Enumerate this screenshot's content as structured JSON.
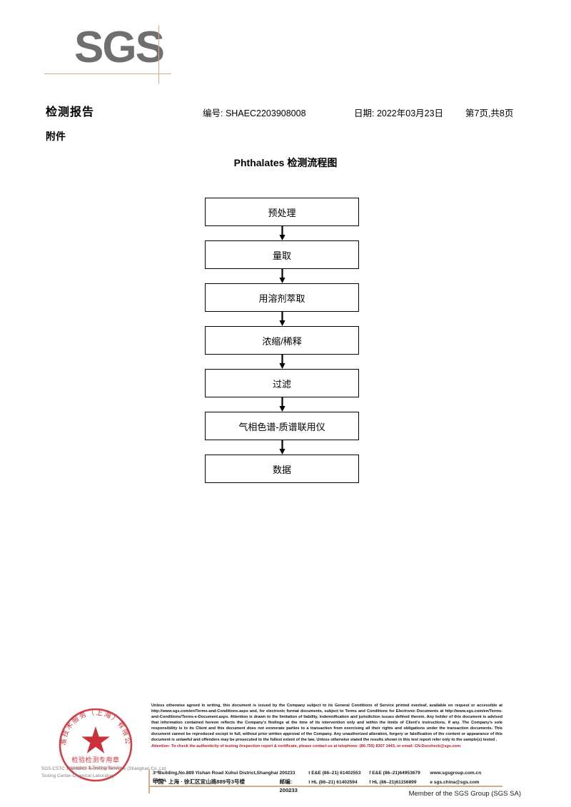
{
  "logo": {
    "text": "SGS",
    "color": "#6f6f6f",
    "rule_color": "#cfae88"
  },
  "header": {
    "title": "检测报告",
    "subtitle": "附件",
    "report_no": "编号: SHAEC2203908008",
    "date": "日期: 2022年03月23日",
    "page": "第7页,共8页"
  },
  "chart_title": "Phthalates 检测流程图",
  "flow": {
    "steps": [
      {
        "label": "预处理"
      },
      {
        "label": "量取"
      },
      {
        "label": "用溶剂萃取"
      },
      {
        "label": "浓缩/稀释"
      },
      {
        "label": "过滤"
      },
      {
        "label": "气相色谱-质谱联用仪"
      },
      {
        "label": "数据"
      }
    ]
  },
  "stamp": {
    "outer_text": "标准技术服务（上海）有限公司",
    "center_line1": "检验检测专用章",
    "center_line2": "Inspection & Testing Services",
    "color": "#c8202a",
    "overlay_line1": "SGS-CSTC Standards Technical Services (Shanghai) Co.,Ltd.",
    "overlay_line2": "Testing Center-Chemical Laboratory"
  },
  "legal": {
    "paragraph": "Unless otherwise agreed in writing, this document is issued by the Company subject to its General Conditions of Service printed overleaf, available on request or accessible at http://www.sgs.com/en/Terms-and-Conditions.aspx and, for electronic format documents, subject to Terms and Conditions for Electronic Documents at http://www.sgs.com/en/Terms-and-Conditions/Terms-e-Document.aspx. Attention is drawn to the limitation of liability, indemnification and jurisdiction issues defined therein. Any holder of this document is advised that information contained hereon reflects the Company's findings at the time of its intervention only and within the limits of Client's instructions, if any. The Company's sole responsibility is to its Client and this document does not exonerate parties to a transaction from exercising all their rights and obligations under the transaction documents. This document cannot be reproduced except in full, without prior written approval of the Company. Any unauthorized alteration, forgery or falsification of the content or appearance of this document is unlawful and offenders may be prosecuted to the fullest extent of the law. Unless otherwise stated the results shown in this test report refer only to the sample(s) tested .",
    "attention": "Attention: To check the authenticity of testing /inspection report & certificate, please contact us at telephone: (86-755) 8307 1443, or email: CN.Doccheck@sgs.com",
    "attention_color": "#c01722"
  },
  "address": {
    "street_en": "3ʳᵈBuilding,No.889 Yishan Road Xuhui District,Shanghai China",
    "zip_en": "200233",
    "tel_en_1": "t E&E (86–21) 61402553",
    "tel_en_2": "f E&E (86–21)64953679",
    "web": "www.sgsgroup.com.cn",
    "street_cn": "中国 · 上海 · 徐汇区宜山路889号3号楼",
    "zip_cn_label": "邮编: 200233",
    "tel_cn_1": "t HL (86–21) 61402594",
    "tel_cn_2": "f HL (86–21)61156899",
    "email": "e sgs.china@sgs.com",
    "rule_color": "#cfae88"
  },
  "member_line": "Member of the SGS Group (SGS SA)"
}
